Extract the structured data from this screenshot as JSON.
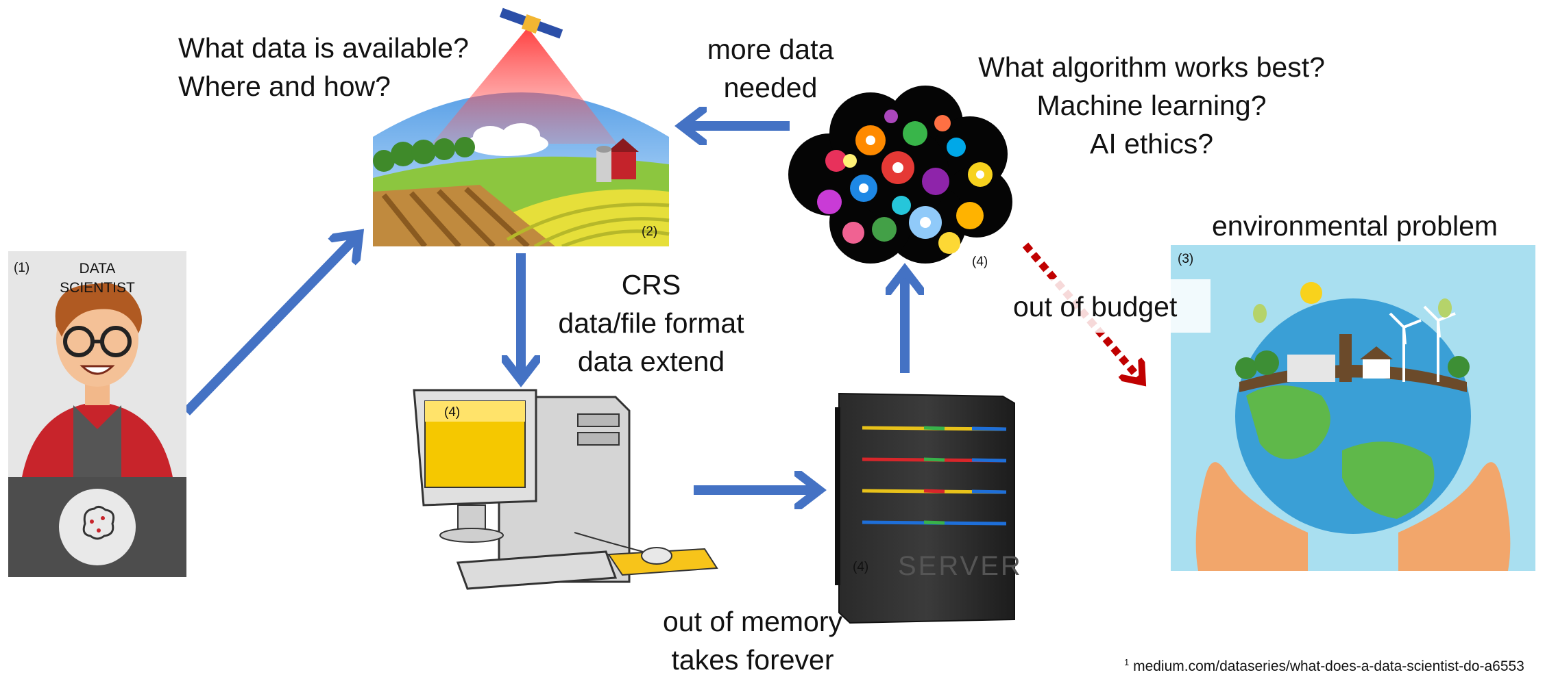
{
  "labels": {
    "data_question_1": "What data is available?",
    "data_question_2": "Where and how?",
    "more_data_1": "more data",
    "more_data_2": "needed",
    "algo_1": "What algorithm works best?",
    "algo_2": "Machine learning?",
    "algo_3": "AI ethics?",
    "env_problem": "environmental problem",
    "crs_1": "CRS",
    "crs_2": "data/file format",
    "crs_3": "data extend",
    "out_of_budget": "out of budget",
    "memory_1": "out of memory",
    "memory_2": "takes forever",
    "footnote_num": "1",
    "footnote": "medium.com/dataseries/what-does-a-data-scientist-do-a6553"
  },
  "scientist": {
    "ref": "(1)",
    "title_1": "DATA",
    "title_2": "SCIENTIST"
  },
  "landscape": {
    "ref": "(2)"
  },
  "environment": {
    "ref": "(3)"
  },
  "cloud": {
    "ref": "(4)"
  },
  "computer": {
    "ref": "(4)"
  },
  "server": {
    "ref": "(4)",
    "brand": "SERVER"
  },
  "colors": {
    "arrow_blue": "#4472c4",
    "budget_red": "#c00000",
    "panel_grey": "#e6e6e6",
    "sky": "#a9dff0"
  }
}
